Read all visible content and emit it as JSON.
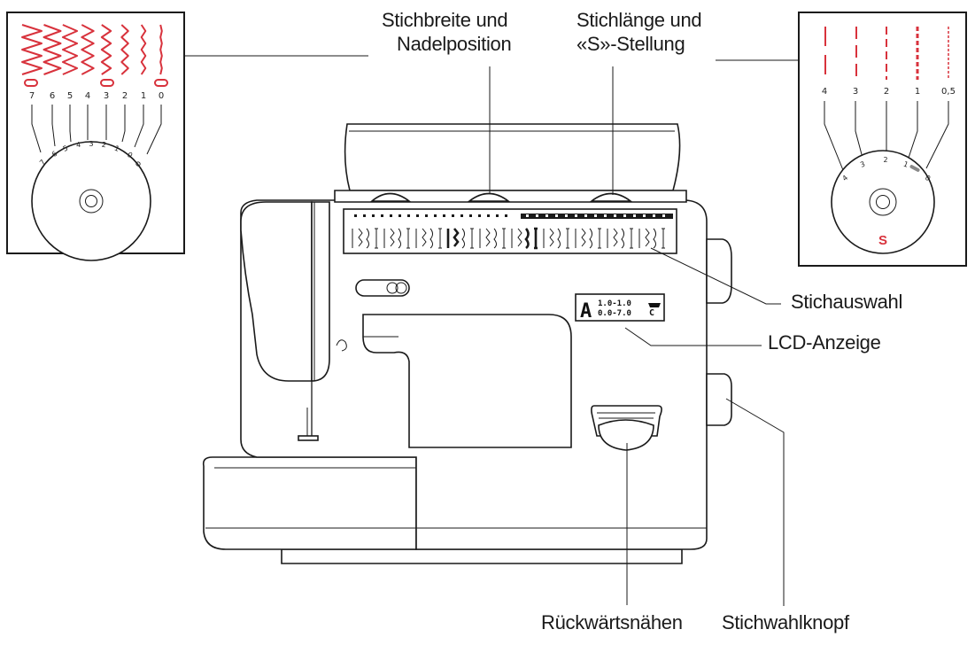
{
  "labels": {
    "stitch_width_line1": "Stichbreite und",
    "stitch_width_line2": "Nadelposition",
    "stitch_length_line1": "Stichlänge und",
    "stitch_length_line2": "«S»-Stellung",
    "stitch_selection": "Stichauswahl",
    "lcd_display": "LCD-Anzeige",
    "reverse_sewing": "Rückwärtsnähen",
    "stitch_selector_knob": "Stichwahlknopf"
  },
  "width_dial": {
    "numbers": [
      "7",
      "6",
      "5",
      "4",
      "3",
      "2",
      "1",
      "0"
    ],
    "dial_numbers": [
      "7",
      "6",
      "5",
      "4",
      "3",
      "2",
      "1",
      "0"
    ]
  },
  "length_dial": {
    "numbers": [
      "4",
      "3",
      "2",
      "1",
      "0,5"
    ],
    "dial_numbers": [
      "4",
      "3",
      "2",
      "1",
      "0"
    ],
    "s_mark": "S"
  },
  "lcd": {
    "letter": "A",
    "row1": "1.0-1.0",
    "row2": "0.0-7.0",
    "suffix": "C"
  },
  "colors": {
    "accent_red": "#d8323c",
    "line": "#1a1a1a"
  },
  "icons": {
    "zigzag": "zigzag-stitch-icon",
    "straight": "straight-stitch-icon"
  }
}
